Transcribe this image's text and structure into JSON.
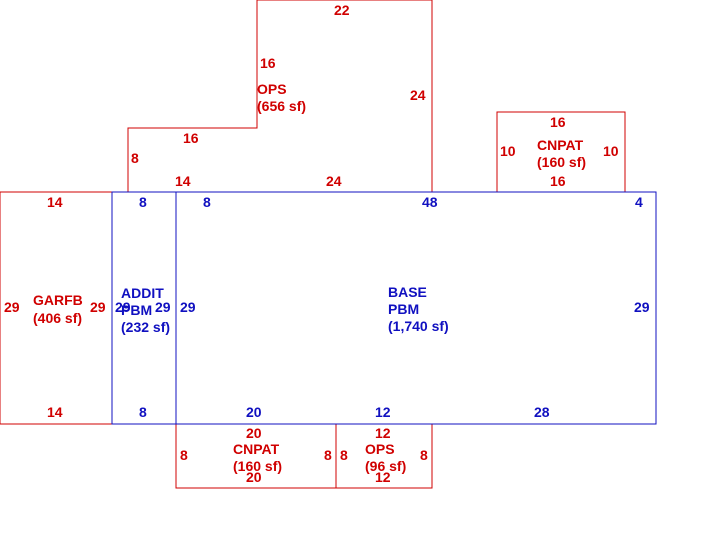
{
  "colors": {
    "outbuilding": "#d00000",
    "living": "#1010c0",
    "background": "#ffffff"
  },
  "areas": {
    "ops_top": {
      "name": "OPS",
      "area": "(656 sf)"
    },
    "cnpat_right": {
      "name": "CNPAT",
      "area": "(160 sf)"
    },
    "garfb": {
      "name": "GARFB",
      "area": "(406 sf)"
    },
    "addit": {
      "name_1": "ADDIT",
      "name_2": "PBM",
      "area": "(232 sf)"
    },
    "base": {
      "name_1": "BASE",
      "name_2": "PBM",
      "area": "(1,740 sf)"
    },
    "cnpat_bottom": {
      "name": "CNPAT",
      "area": "(160 sf)"
    },
    "ops_bottom": {
      "name": "OPS",
      "area": "(96 sf)"
    }
  },
  "dimensions": {
    "ops_top_top": "22",
    "ops_top_left_upper": "16",
    "ops_top_right": "24",
    "ops_top_step": "16",
    "ops_top_left_lower": "8",
    "ops_top_bottom_left": "14",
    "ops_top_bottom_mid": "24",
    "cnpat_right_top": "16",
    "cnpat_right_left": "10",
    "cnpat_right_right": "10",
    "cnpat_right_bottom": "16",
    "garfb_top": "14",
    "garfb_left": "29",
    "garfb_right": "29",
    "garfb_bottom": "14",
    "addit_top": "8",
    "addit_left": "29",
    "addit_right": "29",
    "addit_bottom": "8",
    "base_top_left": "8",
    "base_top_mid": "48",
    "base_top_right": "4",
    "base_left": "29",
    "base_right": "29",
    "base_bottom_1": "20",
    "base_bottom_2": "12",
    "base_bottom_3": "28",
    "cnpat_bottom_top": "20",
    "cnpat_bottom_left": "8",
    "cnpat_bottom_right": "8",
    "cnpat_bottom_bottom": "20",
    "ops_bottom_top": "12",
    "ops_bottom_left": "8",
    "ops_bottom_right": "8",
    "ops_bottom_bottom": "12"
  }
}
